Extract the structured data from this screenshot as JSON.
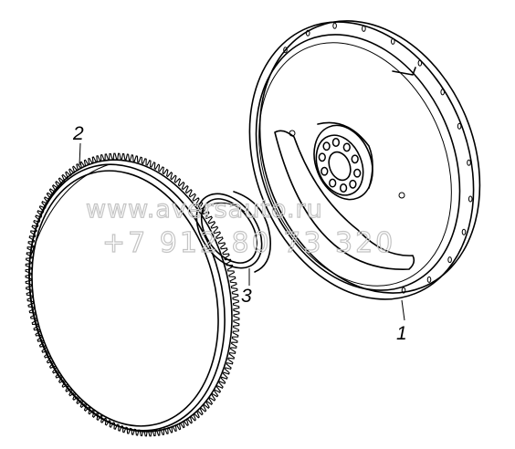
{
  "callouts": {
    "part1": "1",
    "part2": "2",
    "part3": "3"
  },
  "watermark": {
    "site": "www.aversauto.ru",
    "phone": "+7 912 80 73 320"
  },
  "colors": {
    "line": "#000000",
    "watermark": "#c4c4c4",
    "background": "#ffffff"
  }
}
